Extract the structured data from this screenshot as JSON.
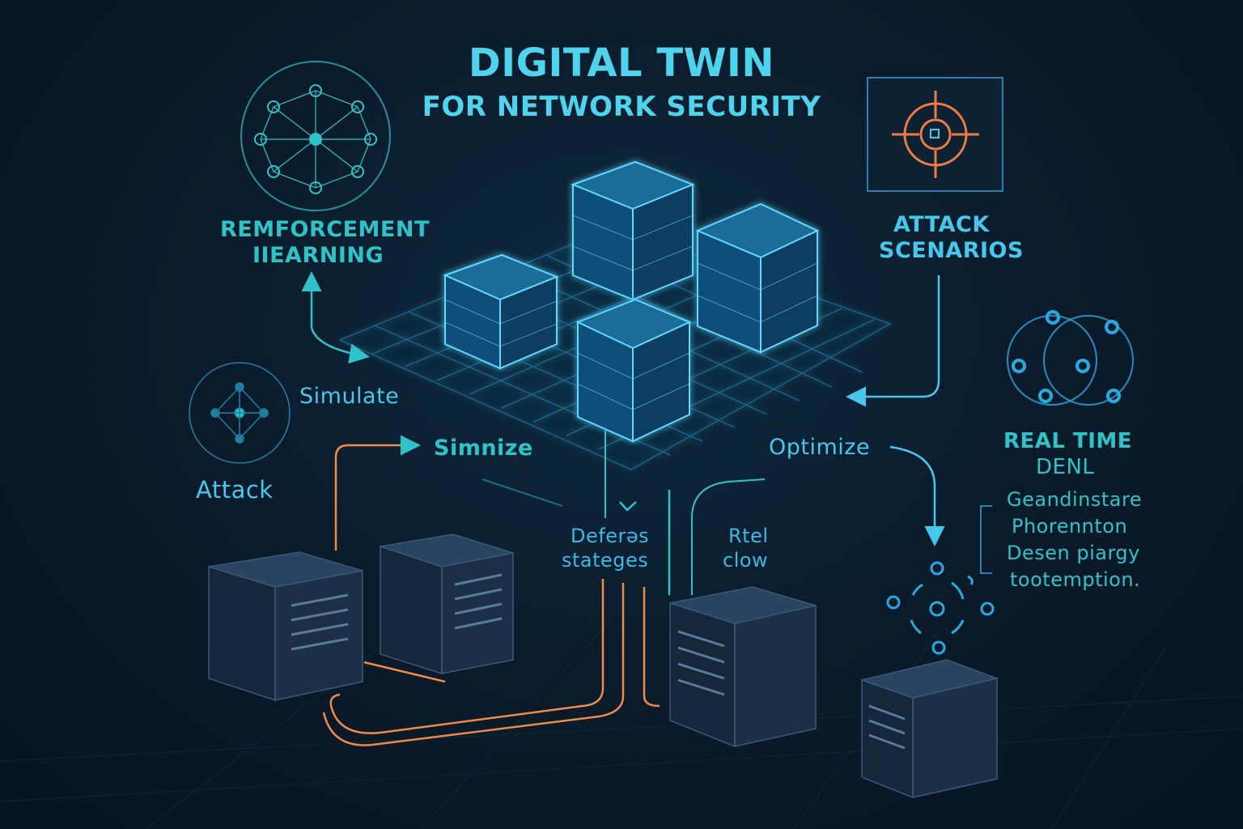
{
  "title": {
    "line1": "DIGITAL TWIN",
    "line2": "FOR NETWORK SECURITY"
  },
  "labels": {
    "rl_line1": "REMFORCEMENT",
    "rl_line2": "IIEARNING",
    "attack_scen_line1": "ATTACK",
    "attack_scen_line2": "SCENARIOS",
    "simulate": "Simulate",
    "simnize": "Simnize",
    "attack": "Attack",
    "optimize": "Optimize",
    "defense_line1": "Deferəs",
    "defense_line2": "stateges",
    "rtel_line1": "Rtel",
    "rtel_line2": "clow",
    "realtime_line1": "REAL TIME",
    "realtime_line2": "DENL",
    "side_line1": "Geandinstare",
    "side_line2": "Phorennton",
    "side_line3": "Desen piargy",
    "side_line4": "tootemption."
  },
  "icons": {
    "rl": "neural-network-icon",
    "attack_node": "network-node-icon",
    "target": "crosshair-target-icon",
    "realtime": "node-graph-icon",
    "cluster": "orbit-cluster-icon"
  },
  "colors": {
    "background": "#0a1c2c",
    "accent_cyan": "#4fd4ee",
    "accent_teal": "#2ec3c9",
    "accent_orange": "#f08a4b",
    "server": "#1b3048"
  }
}
